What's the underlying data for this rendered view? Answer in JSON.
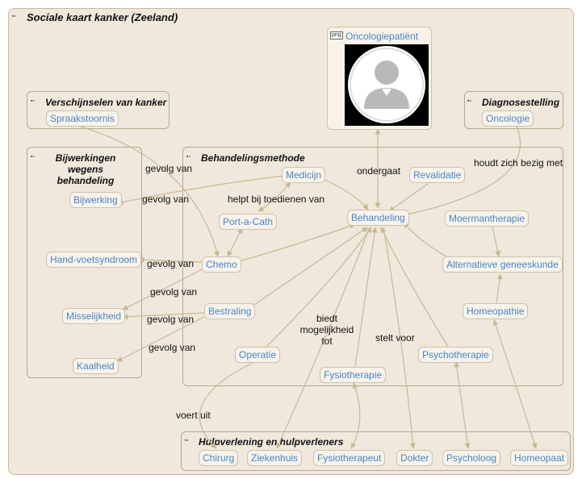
{
  "title": "Sociale kaart kanker (Zeeland)",
  "groups": {
    "verschijnselen": "Verschijnselen van kanker",
    "diagnose": "Diagnosestelling",
    "bijwerkingen": "Bijwerkingen\nwegens\nbehandeling",
    "behandelingsmethode": "Behandelingsmethode",
    "hulpverlening": "Hulpverlening en hulpverleners"
  },
  "nodes": {
    "oncologiepatient": "Oncologiepatiënt",
    "png_tag": "png",
    "spraakstoornis": "Spraakstoornis",
    "oncologie": "Oncologie",
    "bijwerking": "Bijwerking",
    "hand_voet": "Hand-voetsyndroom",
    "misselijkheid": "Misselijkheid",
    "kaalheid": "Kaalheid",
    "medicijn": "Medicijn",
    "revalidatie": "Revalidatie",
    "port_a_cath": "Port-a-Cath",
    "behandeling": "Behandeling",
    "moermantherapie": "Moermantherapie",
    "chemo": "Chemo",
    "alternatieve": "Alternatieve geneeskunde",
    "bestraling": "Bestraling",
    "homeopathie": "Homeopathie",
    "operatie": "Operatie",
    "psychotherapie": "Psychotherapie",
    "fysiotherapie": "Fysiotherapie",
    "chirurg": "Chirurg",
    "ziekenhuis": "Ziekenhuis",
    "fysiotherapeut": "Fysiotherapeut",
    "dokter": "Dokter",
    "psycholoog": "Psycholoog",
    "homeopaat": "Homeopaat"
  },
  "edge_labels": {
    "gevolg_van_1": "gevolg van",
    "gevolg_van_2": "gevolg van",
    "gevolg_van_3": "gevolg van",
    "gevolg_van_4": "gevolg van",
    "gevolg_van_5": "gevolg van",
    "gevolg_van_6": "gevolg van",
    "helpt_bij": "helpt bij toedienen van",
    "ondergaat": "ondergaat",
    "houdt_zich": "houdt zich bezig met",
    "biedt": "biedt\nmogelijkheid\ntot",
    "stelt_voor": "stelt voor",
    "voert_uit": "voert uit"
  },
  "colors": {
    "background": "#f0e8dc",
    "border": "#b8a88e",
    "node_text": "#4a86c8",
    "edge": "#c8b896"
  }
}
